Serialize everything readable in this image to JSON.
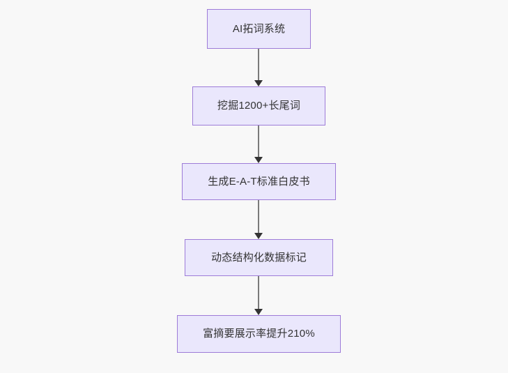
{
  "diagram": {
    "type": "flowchart",
    "direction": "top-to-bottom",
    "background_color": "#f8f8f8",
    "node_fill_color": "#eae7fc",
    "node_border_color": "#9d7bd8",
    "node_text_color": "#333333",
    "connector_line_color": "#7a7a7a",
    "connector_arrow_color": "#333333",
    "nodes": [
      {
        "id": "n1",
        "label": "AI拓词系统"
      },
      {
        "id": "n2",
        "label": "挖掘1200+长尾词"
      },
      {
        "id": "n3",
        "label": "生成E-A-T标准白皮书"
      },
      {
        "id": "n4",
        "label": "动态结构化数据标记"
      },
      {
        "id": "n5",
        "label": "富摘要展示率提升210%"
      }
    ],
    "edges": [
      {
        "id": "e1",
        "from": "n1",
        "to": "n2",
        "label": ""
      },
      {
        "id": "e2",
        "from": "n2",
        "to": "n3",
        "label": ""
      },
      {
        "id": "e3",
        "from": "n3",
        "to": "n4",
        "label": ""
      },
      {
        "id": "e4",
        "from": "n4",
        "to": "n5",
        "label": ""
      }
    ]
  }
}
